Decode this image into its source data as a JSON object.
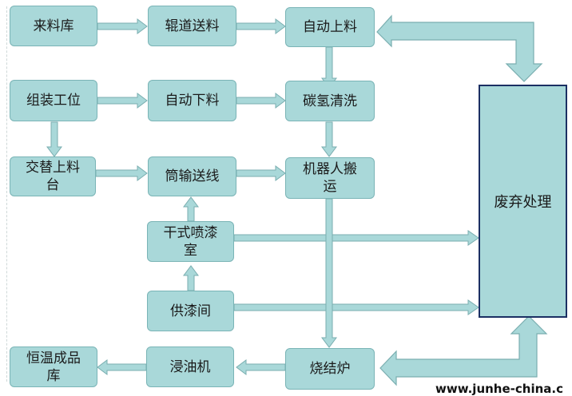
{
  "nodes": {
    "warehouse": "来料库",
    "roller": "辊道送料",
    "auto_load": "自动上料",
    "assembly": "组装工位",
    "auto_unload": "自动下料",
    "wash": "碳氢清洗",
    "alt_load_l1": "交替上料",
    "alt_load_l2": "台",
    "conveyor": "筒输送线",
    "robot_l1": "机器人搬",
    "robot_l2": "运",
    "spray_l1": "干式喷漆",
    "spray_l2": "室",
    "paint_supply": "供漆间",
    "finished_l1": "恒温成品",
    "finished_l2": "库",
    "oil_dip": "浸油机",
    "sinter": "烧结炉",
    "waste": "废弃处理"
  },
  "watermark": "www.junhe-china.c",
  "colors": {
    "box_fill": "#a9d8d9",
    "box_border": "#7ab4b6",
    "waste_border": "#1b2f63",
    "arrow_fill": "#a9d8d9",
    "arrow_stroke": "#7aaeb0"
  }
}
